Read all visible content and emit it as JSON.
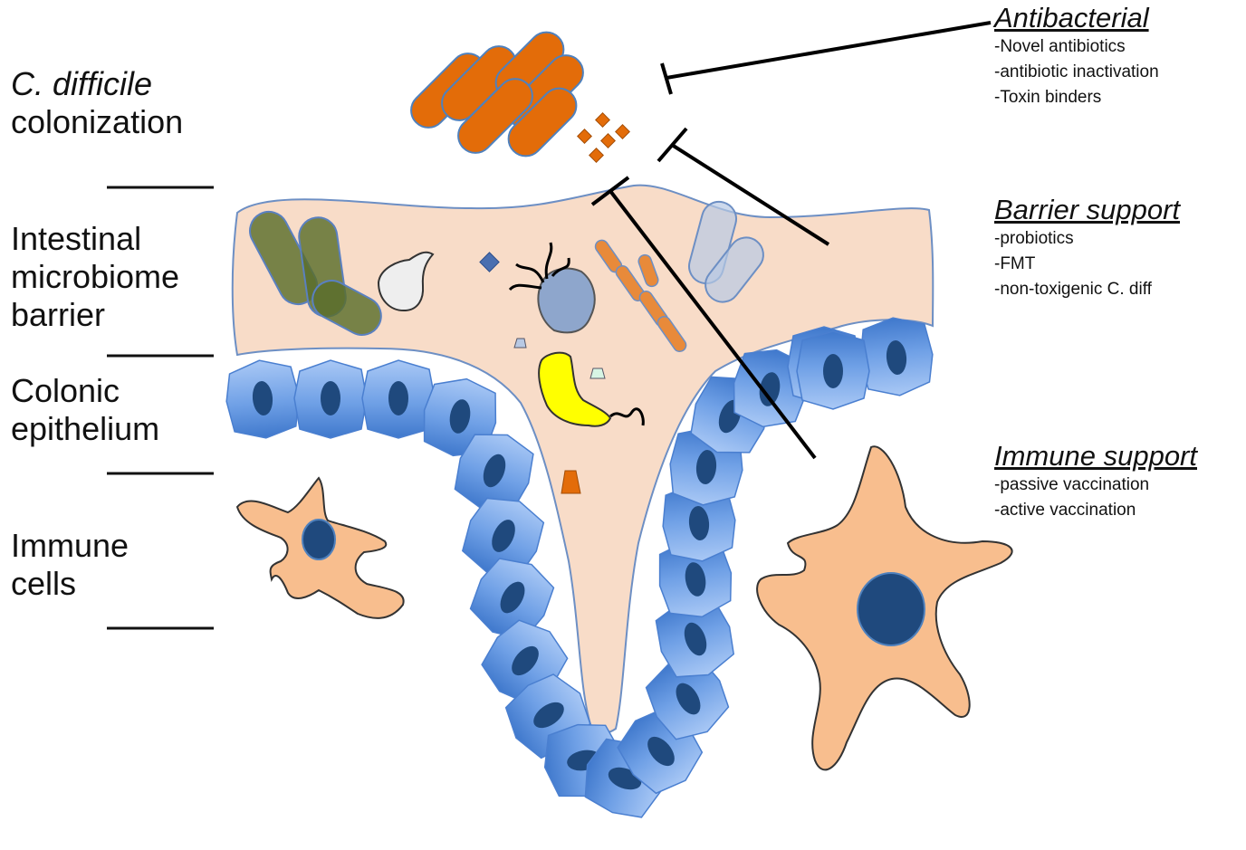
{
  "left_labels": {
    "cdiff_species": "C. difficile",
    "cdiff_word": "colonization",
    "microbiome_1": "Intestinal",
    "microbiome_2": "microbiome",
    "microbiome_3": "barrier",
    "epithelium_1": "Colonic",
    "epithelium_2": "epithelium",
    "immune_1": "Immune",
    "immune_2": "cells"
  },
  "interventions": {
    "antibacterial": {
      "heading": "Antibacterial",
      "items": [
        "-Novel antibiotics",
        "-antibiotic inactivation",
        "-Toxin binders"
      ]
    },
    "barrier": {
      "heading": "Barrier support",
      "items": [
        "-probiotics",
        "-FMT",
        "-non-toxigenic C. diff"
      ]
    },
    "immune": {
      "heading": "Immune support",
      "items": [
        "-passive vaccination",
        "-active vaccination"
      ]
    }
  },
  "colors": {
    "lumen": "#f8dcc8",
    "lumen_stroke": "#6d8fc4",
    "epithelial_cell": "#6fa0e6",
    "nucleus": "#1f497d",
    "cdiff_bacteria": "#e36c09",
    "immune_cell": "#f8be8e",
    "commensal_green": "#5a6e2b",
    "probiotic_blue": "#b8c9e4",
    "toxin_yellow": "#ffff00"
  }
}
